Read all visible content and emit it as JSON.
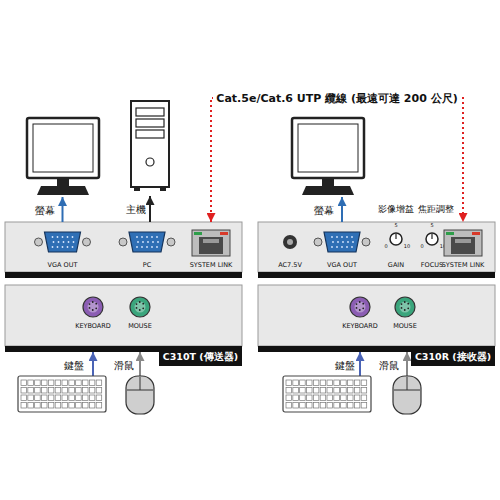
{
  "diagram": {
    "nodes": [
      {
        "text": [
          "螢幕"
        ]
      },
      {
        "text": [
          "主機"
        ]
      },
      {
        "text": [
          "VGA OUT"
        ]
      },
      {
        "text": [
          "PC"
        ]
      },
      {
        "text": [
          "SYSTEM LINK"
        ]
      },
      {
        "text": [
          "KEYBOARD"
        ]
      },
      {
        "text": [
          "MOUSE"
        ]
      },
      {
        "text": [
          "鍵盤"
        ]
      },
      {
        "text": [
          "滑鼠"
        ]
      },
      {
        "text": [
          "螢幕"
        ]
      },
      {
        "text": [
          "AC7.5V"
        ]
      },
      {
        "text": [
          "VGA OUT"
        ]
      },
      {
        "text": [
          "影像增益",
          "5",
          "0",
          "10",
          "GAIN"
        ]
      },
      {
        "text": [
          "焦距調整",
          "5",
          "0",
          "10",
          "FOCUS"
        ]
      },
      {
        "text": [
          "SYSTEM LINK"
        ]
      },
      {
        "text": [
          "KEYBOARD"
        ]
      },
      {
        "text": [
          "MOUSE"
        ]
      },
      {
        "text": [
          "鍵盤"
        ]
      },
      {
        "text": [
          "滑鼠"
        ]
      }
    ],
    "edges": [
      {
        "from": 2,
        "to": 0,
        "arrow": "to"
      },
      {
        "from": 3,
        "to": 1,
        "arrow": "to"
      },
      {
        "from": 4,
        "to": 14,
        "arrow": "both",
        "label": "Cat.5e/Cat.6 UTP 纜線 (最遠可達 200 公尺)"
      },
      {
        "from": 7,
        "to": 5,
        "arrow": "to"
      },
      {
        "from": 8,
        "to": 6,
        "arrow": "to"
      },
      {
        "from": 11,
        "to": 9,
        "arrow": "to"
      },
      {
        "from": 17,
        "to": 15,
        "arrow": "to"
      },
      {
        "from": 18,
        "to": 16,
        "arrow": "to"
      }
    ],
    "labels": [
      "C310T (傳送器)",
      "C310R (接收器)"
    ]
  }
}
